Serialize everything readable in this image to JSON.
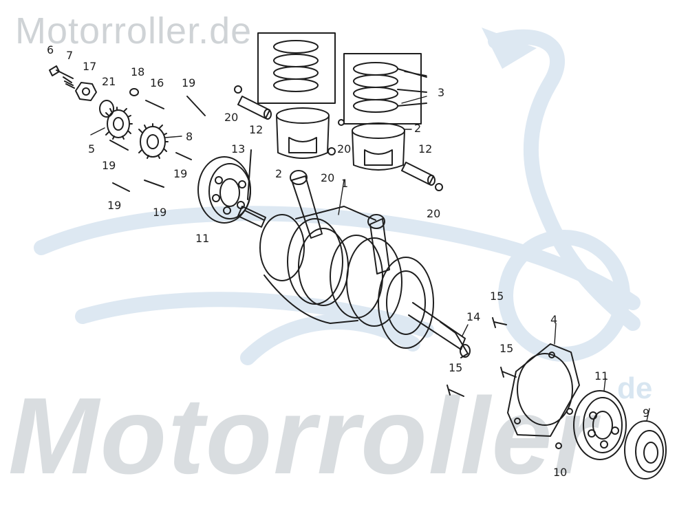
{
  "watermark": {
    "top_text": "Motorroller.de",
    "big_text": "Motorroller",
    "big_suffix": "de",
    "color": "#d9dde0",
    "logo_color": "#dde8f2"
  },
  "diagram": {
    "line_color": "#1e1e1e",
    "labels": [
      {
        "id": "part-6",
        "text": "6"
      },
      {
        "id": "part-7",
        "text": "7"
      },
      {
        "id": "part-17",
        "text": "17"
      },
      {
        "id": "part-21",
        "text": "21"
      },
      {
        "id": "part-18",
        "text": "18"
      },
      {
        "id": "part-16",
        "text": "16"
      },
      {
        "id": "part-19-a",
        "text": "19"
      },
      {
        "id": "part-20-a",
        "text": "20"
      },
      {
        "id": "part-12-a",
        "text": "12"
      },
      {
        "id": "part-3",
        "text": "3"
      },
      {
        "id": "part-2-a",
        "text": "2"
      },
      {
        "id": "part-20-b",
        "text": "20"
      },
      {
        "id": "part-2-b",
        "text": "2"
      },
      {
        "id": "part-20-c",
        "text": "20"
      },
      {
        "id": "part-12-b",
        "text": "12"
      },
      {
        "id": "part-20-d",
        "text": "20"
      },
      {
        "id": "part-8",
        "text": "8"
      },
      {
        "id": "part-5",
        "text": "5"
      },
      {
        "id": "part-19-b",
        "text": "19"
      },
      {
        "id": "part-19-c",
        "text": "19"
      },
      {
        "id": "part-19-d",
        "text": "19"
      },
      {
        "id": "part-19-e",
        "text": "19"
      },
      {
        "id": "part-13",
        "text": "13"
      },
      {
        "id": "part-11-a",
        "text": "11"
      },
      {
        "id": "part-1",
        "text": "1"
      },
      {
        "id": "part-14",
        "text": "14"
      },
      {
        "id": "part-15-a",
        "text": "15"
      },
      {
        "id": "part-4",
        "text": "4"
      },
      {
        "id": "part-15-b",
        "text": "15"
      },
      {
        "id": "part-15-c",
        "text": "15"
      },
      {
        "id": "part-11-b",
        "text": "11"
      },
      {
        "id": "part-9",
        "text": "9"
      },
      {
        "id": "part-10",
        "text": "10"
      }
    ]
  }
}
